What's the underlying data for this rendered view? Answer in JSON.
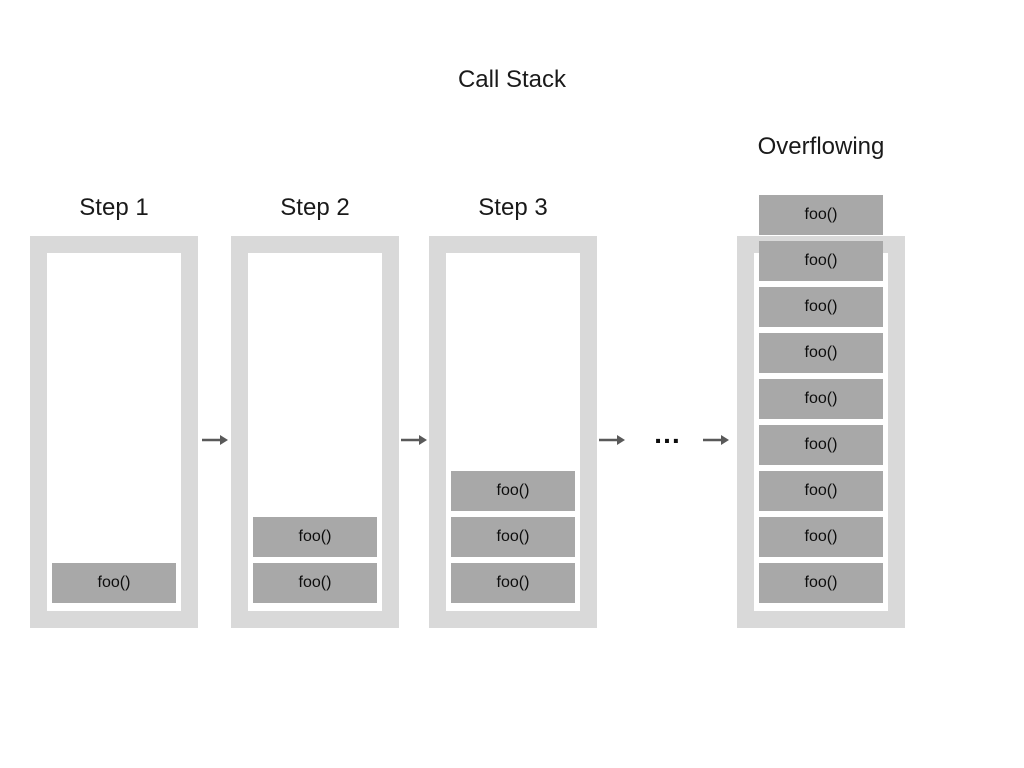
{
  "title": "Call Stack",
  "colors": {
    "container_gray": "#d9d9d9",
    "frame_gray": "#a8a8a8",
    "arrow_gray": "#595959",
    "text_dark": "#1a1a1a",
    "background": "#ffffff"
  },
  "stacks": [
    {
      "label": "Step 1",
      "frames": [
        "foo()"
      ]
    },
    {
      "label": "Step 2",
      "frames": [
        "foo()",
        "foo()"
      ]
    },
    {
      "label": "Step 3",
      "frames": [
        "foo()",
        "foo()",
        "foo()"
      ]
    },
    {
      "label": "Overflowing",
      "frames": [
        "foo()",
        "foo()",
        "foo()",
        "foo()",
        "foo()",
        "foo()",
        "foo()",
        "foo()",
        "foo()"
      ]
    }
  ],
  "connectors": {
    "ellipsis": "…"
  }
}
